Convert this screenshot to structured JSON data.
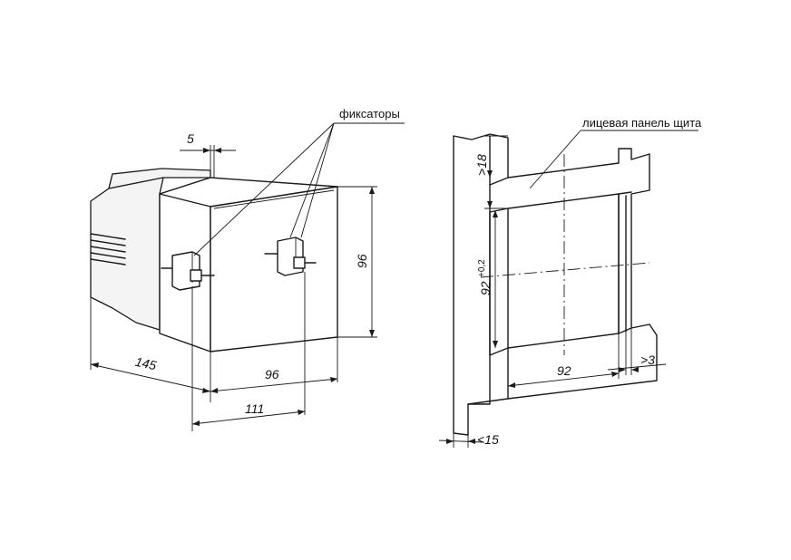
{
  "labels": {
    "latches": "фиксаторы",
    "front_panel": "лицевая панель щита"
  },
  "dimensions": {
    "depth_145": "145",
    "width_96": "96",
    "width_111": "111",
    "height_96": "96",
    "offset_5": "5",
    "cutout_width": "92",
    "cutout_height": "92",
    "cutout_tolerance": "+0,2",
    "min_spacing_top": ">18",
    "min_spacing_right": ">3",
    "panel_thickness": "<15"
  }
}
